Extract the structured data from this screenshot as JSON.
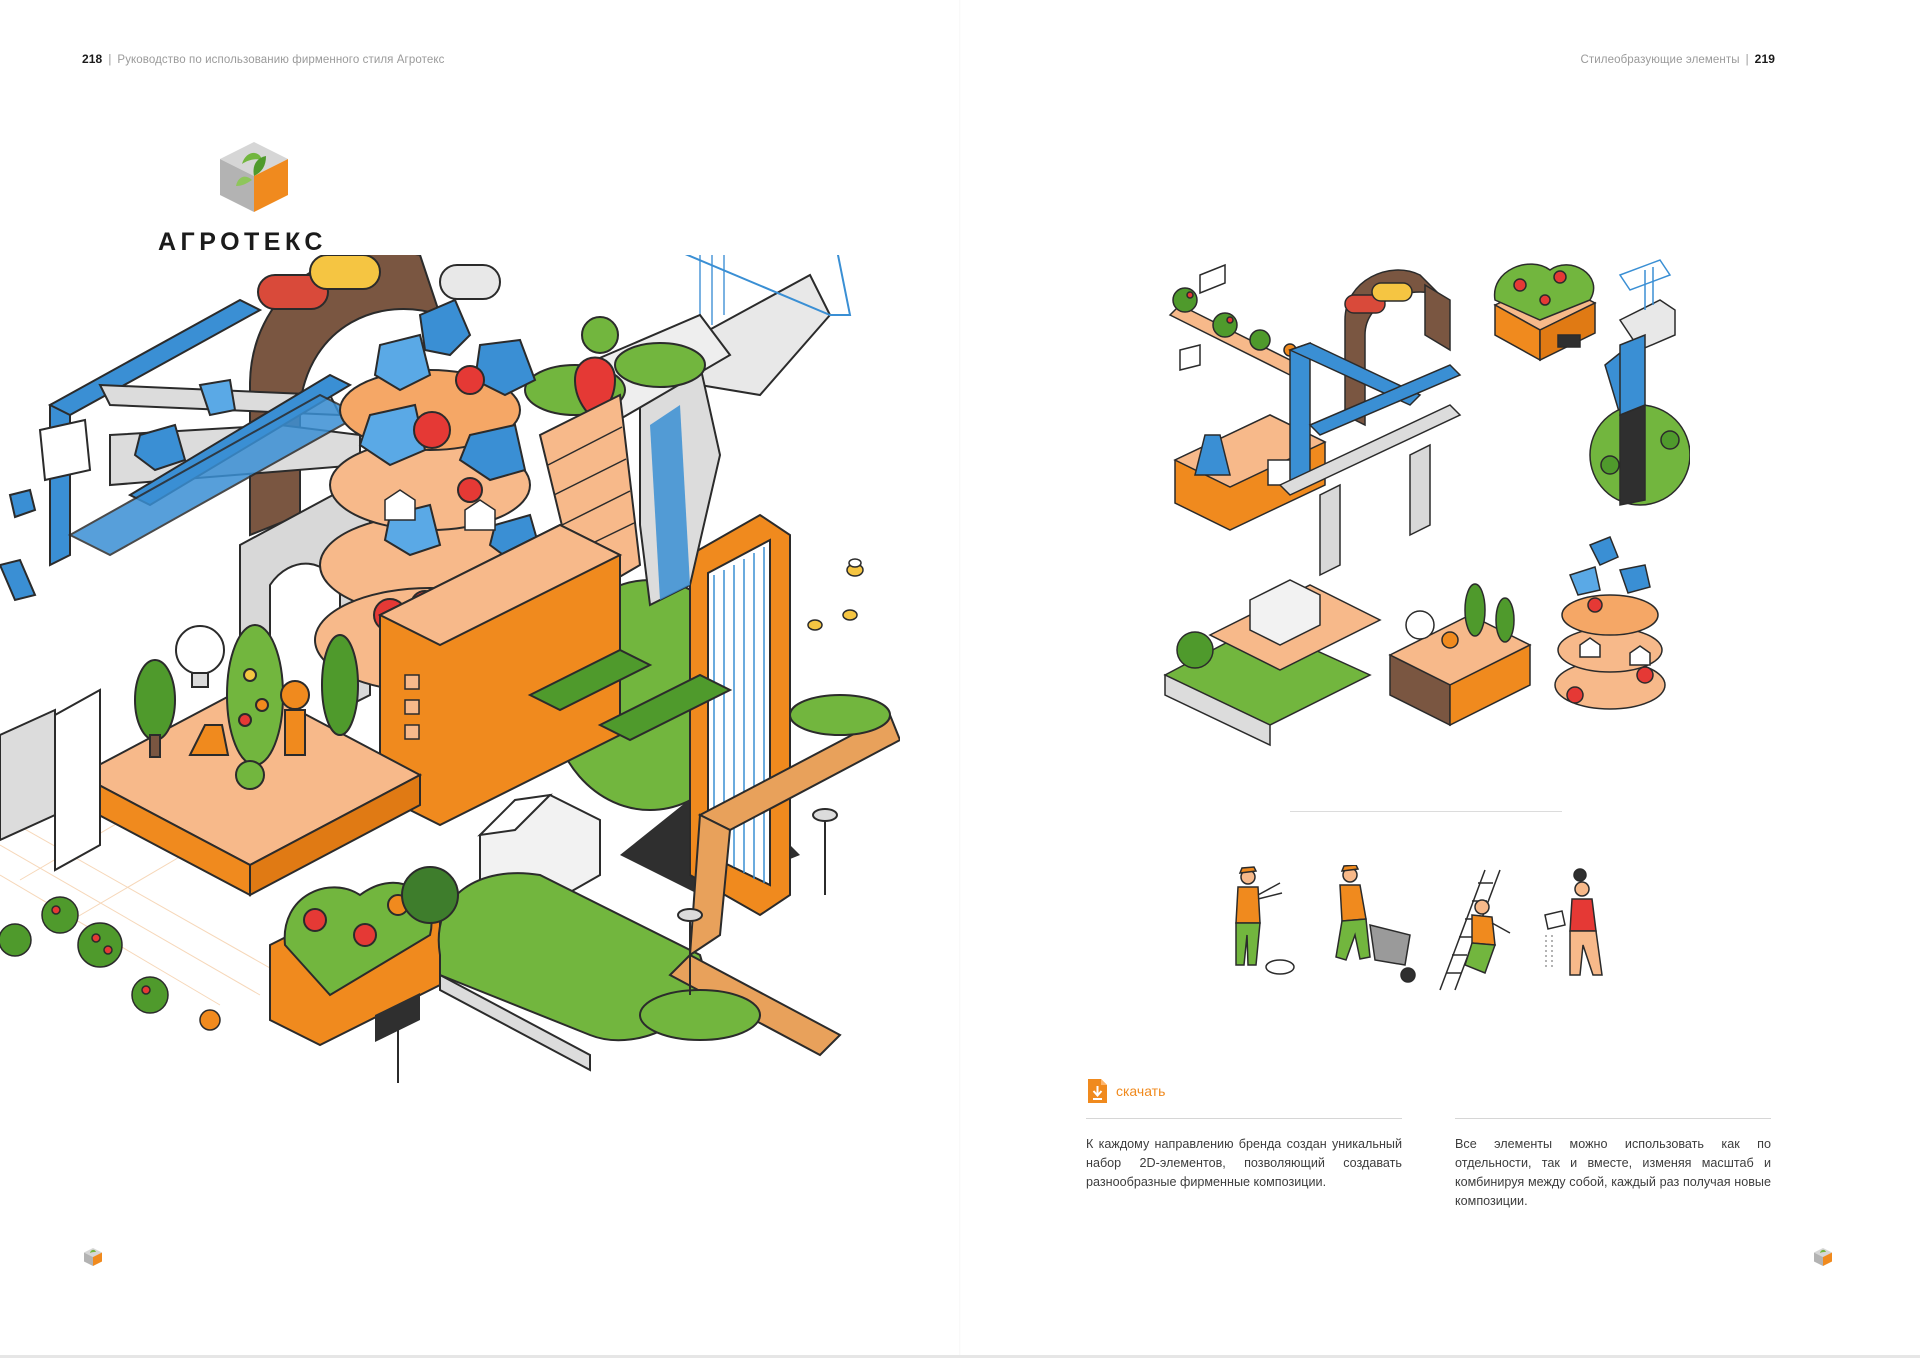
{
  "left_page": {
    "page_number": "218",
    "running_title": "Руководство по использованию фирменного стиля Агротекс"
  },
  "right_page": {
    "page_number": "219",
    "running_title": "Стилеобразующие элементы"
  },
  "brand": {
    "wordmark": "АГРОТЕКС"
  },
  "download": {
    "label": "скачать",
    "icon": "download-document-icon"
  },
  "body_text": {
    "column_1": "К каждому направлению бренда создан уникальный набор 2D-элементов, позволяющий создавать разнообразные фирменные композиции.",
    "column_2": "Все элементы можно использовать как по отдельности, так и вместе, изменяя масштаб и комбинируя между собой, каждый раз получая новые композиции."
  },
  "colors": {
    "brand_orange": "#f08a1e",
    "brand_green": "#72b63e",
    "brand_gray": "#b9b9b9",
    "accent_blue": "#3a8fd4",
    "peach": "#f7b98a",
    "dark_green": "#3e7d2c",
    "brown": "#7a5641"
  }
}
